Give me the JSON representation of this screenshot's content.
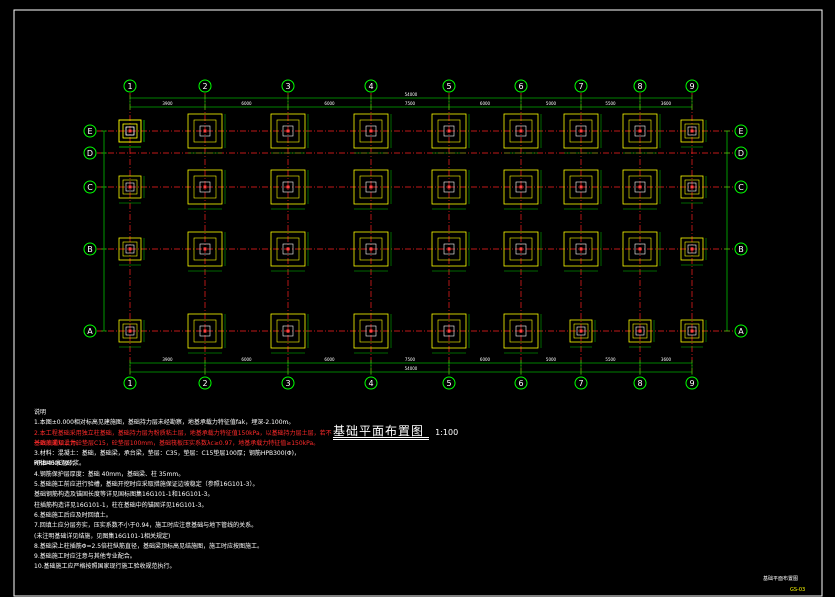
{
  "colors": {
    "background": "#000000",
    "axis_line": "#ff2020",
    "grid_bubble": "#00ff00",
    "footing_outer": "#ffff00",
    "footing_inner": "#ffffff",
    "column": "#ff4040",
    "dimension": "#00ff00",
    "frame": "#ffffff"
  },
  "grid": {
    "columns": [
      "1",
      "2",
      "3",
      "4",
      "5",
      "6",
      "7",
      "8",
      "9"
    ],
    "rows": [
      "E",
      "D",
      "C",
      "B",
      "A"
    ]
  },
  "dimensions": {
    "overall": "54000",
    "bays_top": [
      "3900",
      "6000",
      "6000",
      "7500",
      "6000",
      "5000",
      "5500",
      "3600"
    ],
    "bays_bottom": [
      "3900",
      "6000",
      "6000",
      "7500",
      "6000",
      "5000",
      "5500",
      "3600"
    ]
  },
  "title": {
    "name": "基础平面布置图",
    "scale": "1:100"
  },
  "notes": {
    "heading": "说明",
    "lines": [
      "1.本图±0.000相对标高见建施图，基础持力层未经勘察，地基承载力特征值fak，埋深-2.100m。",
      "2.本工程基础采用独立柱基础，基础持力层为粉质粘土层，地基承载力特征值150kPa，以基础持力层土层，若不一致须通知设计。",
      "   基础底面以上为砼垫层C15，砼垫层100mm，基础筏板压实系数λc≥0.97，地基承载力特征值≥150kPa。",
      "3.材料：混凝土：基础，基础梁，承台梁，垫层：C35，垫层：C15垫层100厚；钢筋HPB300(Φ)，HRB400E(⊈)；",
      "   砌体M5水泥砂浆。",
      "4.钢筋保护层厚度：基础 40mm，基础梁、柱 35mm。",
      "5.基础施工前应进行验槽，基础开挖时应采取措施保证边坡稳定（参照16G101-3）。",
      "   基础钢筋构造及锚固长度等详见国标图集16G101-1和16G101-3。",
      "   柱插筋构造详见16G101-1，柱在基础中的锚固详见16G101-3。",
      "6.基础施工后应及时回填土。",
      "7.回填土应分层夯实，压实系数不小于0.94，施工时应注意基础与地下管线的关系。",
      "   (未注明基础详见结施，见图集16G101-1相关规定)",
      "8.基础梁上柱插筋Φ=2.5倍柱纵筋直径，基础梁顶标高见结施图，施工时应按图施工。",
      "9.基础施工时应注意与其他专业配合。",
      "10.基础施工应严格按照国家现行施工验收规范执行。"
    ],
    "red_line_indices": [
      1,
      2
    ]
  },
  "sheet": {
    "name": "基础平面布置图",
    "number": "GS-03"
  }
}
